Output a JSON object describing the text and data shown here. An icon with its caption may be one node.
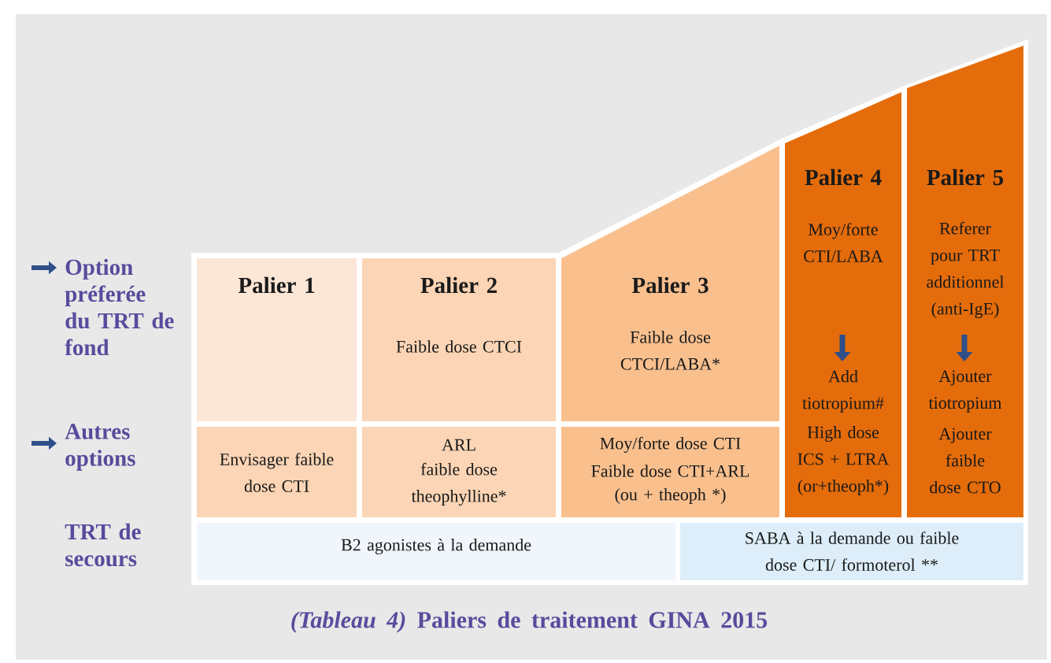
{
  "diagram": {
    "caption": "*(Tableau 4)* Paliers de traitement GINA 2015",
    "nodes": [
      {
        "text": [
          "Palier 1"
        ]
      },
      {
        "text": [
          "Palier 2",
          "Faible dose CTCI"
        ]
      },
      {
        "text": [
          "Palier 3",
          "Faible dose CTCI/LABA*"
        ]
      },
      {
        "text": [
          "Palier 4",
          "Moy/forte CTI/LABA",
          "Add tiotropium#",
          "High dose ICS + LTRA (or+theoph*)"
        ]
      },
      {
        "text": [
          "Palier 5",
          "Referer pour TRT additionnel (anti-IgE)",
          "Ajouter tiotropium",
          "Ajouter faible dose CTO"
        ]
      },
      {
        "text": [
          "Envisager faible dose CTI"
        ]
      },
      {
        "text": [
          "ARL",
          "faible dose theophylline*"
        ]
      },
      {
        "text": [
          "Moy/forte dose CTI",
          "Faible dose CTI+ARL",
          "(ou + theoph *)"
        ]
      },
      {
        "text": [
          "B2 agonistes à la demande"
        ]
      },
      {
        "text": [
          "SABA à la demande ou faible dose CTI/ formoterol **"
        ]
      }
    ],
    "labels": [
      "Option préferée du TRT de fond",
      "Autres options",
      "TRT de secours"
    ]
  }
}
